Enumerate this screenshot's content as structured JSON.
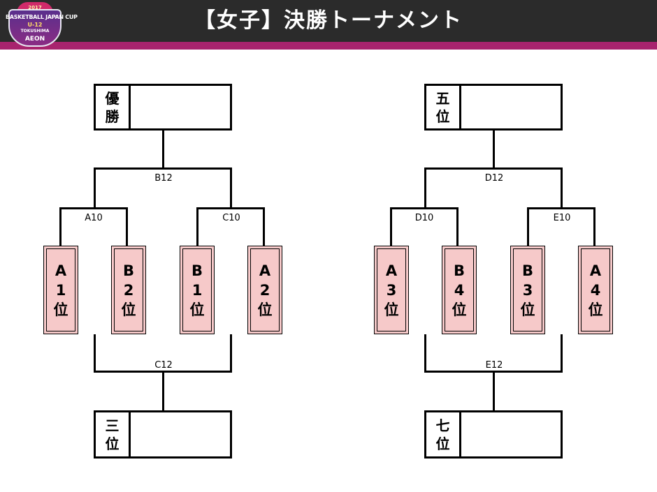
{
  "header": {
    "title": "【女子】決勝トーナメント",
    "logo": {
      "year": "2017",
      "name": "BASKETBALL JAPAN CUP",
      "division": "U-12",
      "sub": "TOKUSHIMA",
      "brand": "AEON"
    }
  },
  "brackets": [
    {
      "top_box": {
        "label": [
          "優",
          "勝"
        ],
        "value": ""
      },
      "final_match": "B12",
      "semi_left_match": "A10",
      "semi_right_match": "C10",
      "third_place_match": "C12",
      "bottom_box": {
        "label": [
          "三",
          "位"
        ],
        "value": ""
      },
      "seeds": [
        [
          "A",
          "1",
          "位"
        ],
        [
          "B",
          "2",
          "位"
        ],
        [
          "B",
          "1",
          "位"
        ],
        [
          "A",
          "2",
          "位"
        ]
      ]
    },
    {
      "top_box": {
        "label": [
          "五",
          "位"
        ],
        "value": ""
      },
      "final_match": "D12",
      "semi_left_match": "D10",
      "semi_right_match": "E10",
      "third_place_match": "E12",
      "bottom_box": {
        "label": [
          "七",
          "位"
        ],
        "value": ""
      },
      "seeds": [
        [
          "A",
          "3",
          "位"
        ],
        [
          "B",
          "4",
          "位"
        ],
        [
          "B",
          "3",
          "位"
        ],
        [
          "A",
          "4",
          "位"
        ]
      ]
    }
  ],
  "colors": {
    "header_bg": "#2b2b2b",
    "accent_stripe": "#a8246e",
    "seed_fill": "#f6c9c9"
  }
}
